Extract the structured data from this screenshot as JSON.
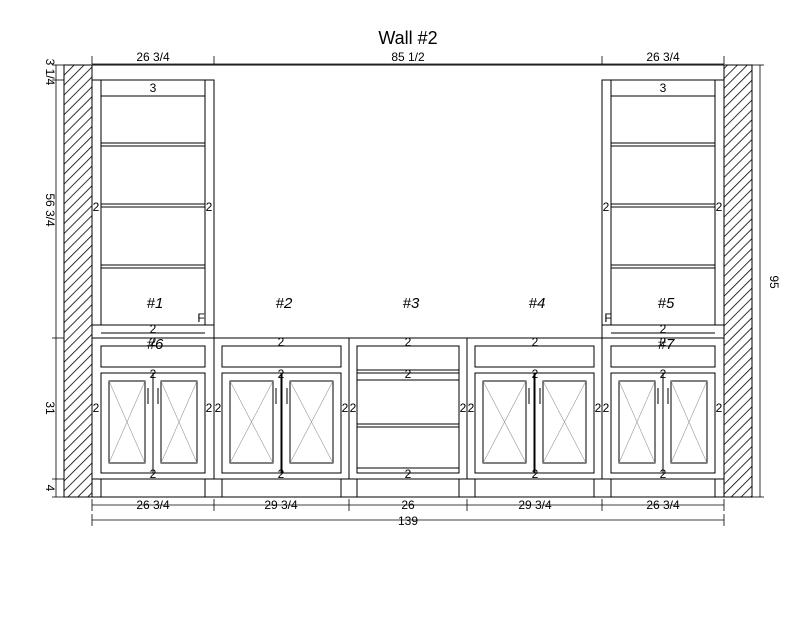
{
  "title": "Wall #2",
  "dimensions": {
    "top_left_width": "26 3/4",
    "top_center_width": "85 1/2",
    "top_right_width": "26 3/4",
    "crown_height": "3 1/4",
    "upper_height": "56 3/4",
    "base_height": "31",
    "toe_kick_height": "4",
    "overall_height": "95",
    "bottom_widths": [
      "26 3/4",
      "29 3/4",
      "26",
      "29 3/4",
      "26 3/4"
    ],
    "overall_width": "139"
  },
  "cabinet_labels": [
    "#1",
    "#2",
    "#3",
    "#4",
    "#5",
    "#6",
    "#7"
  ],
  "filler_label": "F",
  "stile_width": "2",
  "top_rail": "3"
}
